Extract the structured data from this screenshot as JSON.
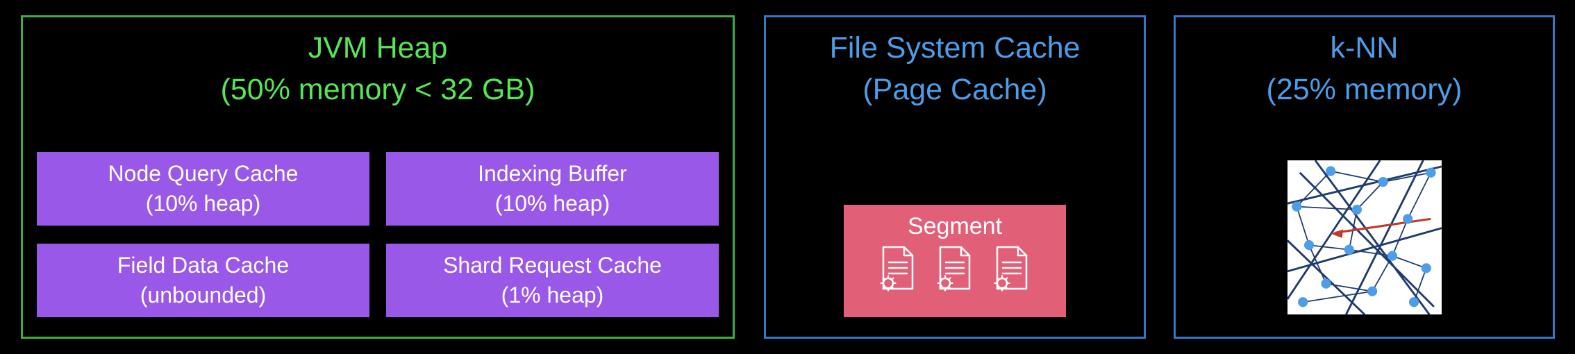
{
  "colors": {
    "bg": "#000000",
    "green-border": "#3fae3f",
    "green-text": "#57e657",
    "blue-border": "#3577c8",
    "blue-text": "#4d9de8",
    "purple": "#9a58e8",
    "pink": "#e25f78",
    "white": "#ffffff",
    "graph-line": "#1f3a6e",
    "graph-node": "#4d9de8",
    "graph-red": "#c0392b"
  },
  "jvm_heap": {
    "title_line1": "JVM Heap",
    "title_line2": "(50% memory < 32 GB)",
    "cells": [
      {
        "name": "Node Query Cache",
        "detail": "(10% heap)"
      },
      {
        "name": "Indexing Buffer",
        "detail": "(10% heap)"
      },
      {
        "name": "Field Data Cache",
        "detail": "(unbounded)"
      },
      {
        "name": "Shard Request Cache",
        "detail": "(1% heap)"
      }
    ]
  },
  "file_system_cache": {
    "title_line1": "File System Cache",
    "title_line2": "(Page Cache)",
    "segment_label": "Segment",
    "document_icon_count": 3
  },
  "knn": {
    "title_line1": "k-NN",
    "title_line2": "(25% memory)"
  },
  "icons": {
    "segment_doc": "document-with-gear-icon",
    "knn_graph": "knn-graph-image"
  }
}
